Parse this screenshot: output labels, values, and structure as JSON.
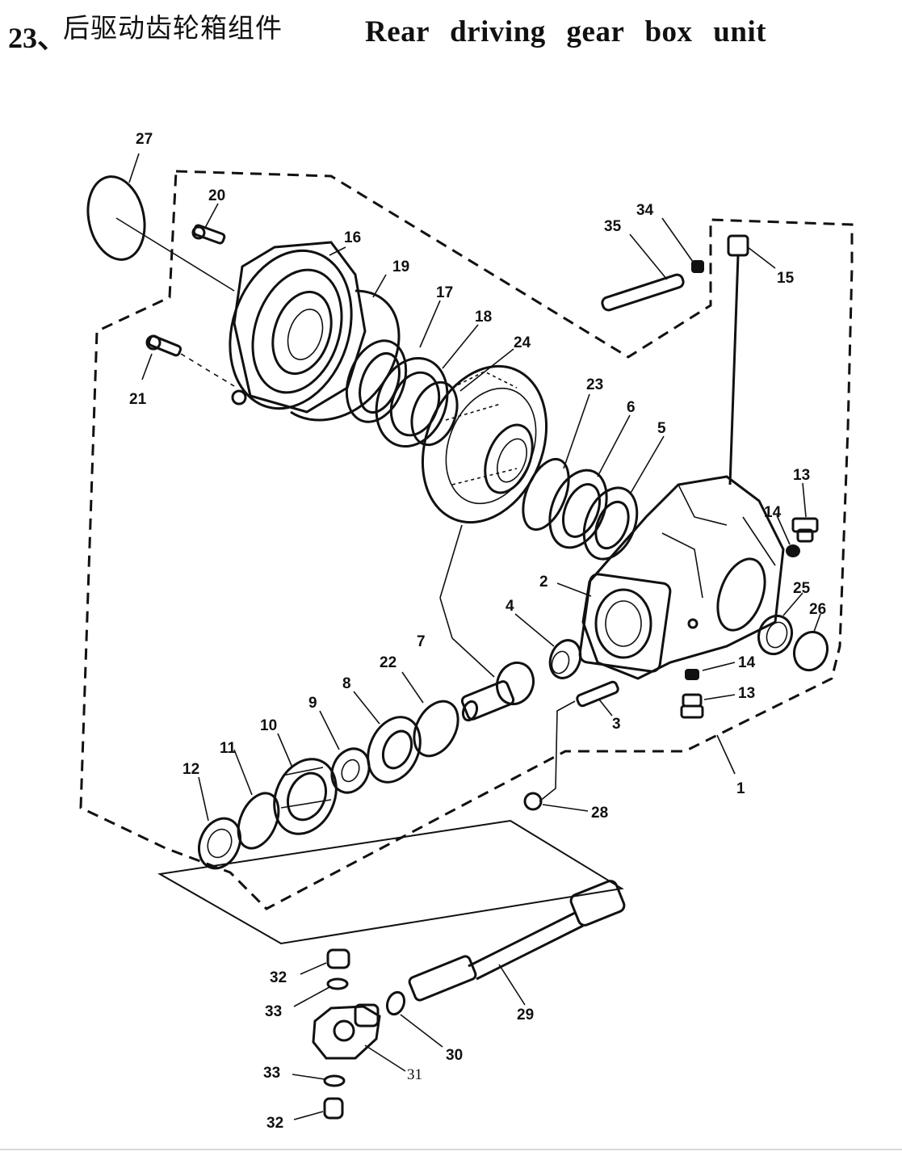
{
  "title": {
    "number": "23、",
    "chinese": "后驱动齿轮箱组件",
    "english": "Rear driving gear box unit"
  },
  "callouts": {
    "c1": "1",
    "c2": "2",
    "c3": "3",
    "c4": "4",
    "c5": "5",
    "c6": "6",
    "c7": "7",
    "c8": "8",
    "c9": "9",
    "c10": "10",
    "c11": "11",
    "c12": "12",
    "c13a": "13",
    "c13b": "13",
    "c14a": "14",
    "c14b": "14",
    "c15": "15",
    "c16": "16",
    "c17": "17",
    "c18": "18",
    "c19": "19",
    "c20": "20",
    "c21": "21",
    "c22": "22",
    "c23": "23",
    "c24": "24",
    "c25": "25",
    "c26": "26",
    "c27": "27",
    "c28": "28",
    "c29": "29",
    "c30": "30",
    "c31": "31",
    "c32a": "32",
    "c32b": "32",
    "c33a": "33",
    "c33b": "33",
    "c34": "34",
    "c35": "35"
  }
}
